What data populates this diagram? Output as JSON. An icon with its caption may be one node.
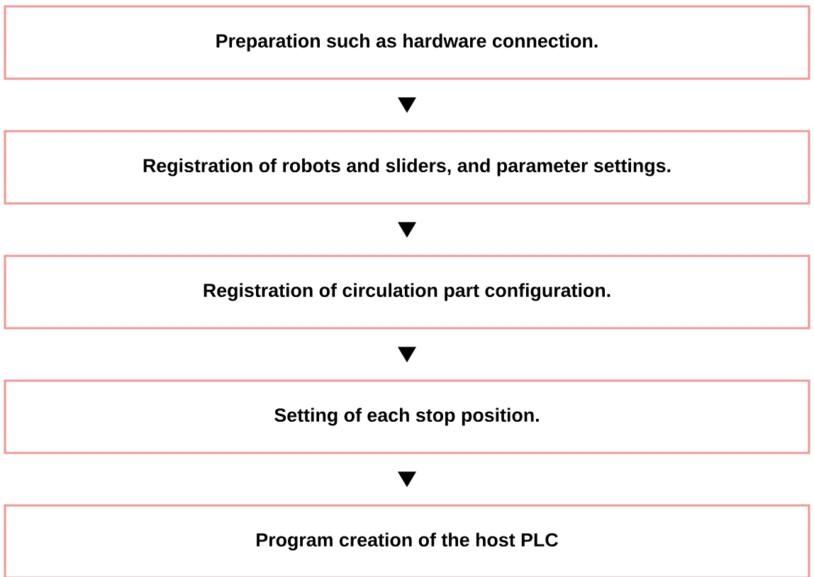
{
  "diagram": {
    "nodes": [
      {
        "text": [
          "Preparation such as hardware connection."
        ]
      },
      {
        "text": [
          "Registration of robots and sliders, and parameter settings."
        ]
      },
      {
        "text": [
          "Registration of circulation part configuration."
        ]
      },
      {
        "text": [
          "Setting of each stop position."
        ]
      },
      {
        "text": [
          "Program creation of the host PLC"
        ]
      }
    ],
    "edges": [
      {
        "from": 0,
        "to": 1,
        "arrow": "to"
      },
      {
        "from": 1,
        "to": 2,
        "arrow": "to"
      },
      {
        "from": 2,
        "to": 3,
        "arrow": "to"
      },
      {
        "from": 3,
        "to": 4,
        "arrow": "to"
      }
    ]
  }
}
